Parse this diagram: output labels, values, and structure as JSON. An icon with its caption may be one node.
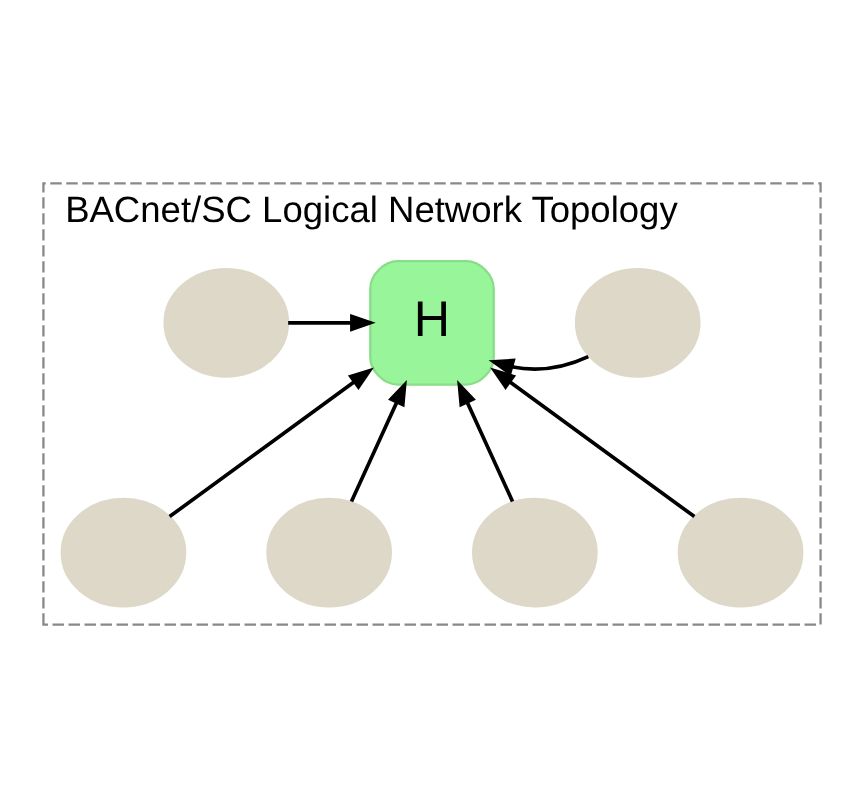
{
  "diagram": {
    "nodes": [
      {
        "text": [
          "BACnet/SC Logical Network Topology"
        ]
      },
      {
        "text": [],
        "shape": "circle",
        "in": 0
      },
      {
        "text": [
          "H"
        ],
        "in": 0
      },
      {
        "text": [],
        "shape": "circle",
        "in": 0
      },
      {
        "text": [],
        "shape": "circle",
        "in": 0
      },
      {
        "text": [],
        "shape": "circle",
        "in": 0
      },
      {
        "text": [],
        "shape": "circle",
        "in": 0
      },
      {
        "text": [],
        "shape": "circle",
        "in": 0
      }
    ],
    "edges": [
      {
        "from": 1,
        "to": 2,
        "arrow": "to"
      },
      {
        "from": 3,
        "to": 2,
        "arrow": "to"
      },
      {
        "from": 4,
        "to": 2,
        "arrow": "to"
      },
      {
        "from": 5,
        "to": 2,
        "arrow": "to"
      },
      {
        "from": 6,
        "to": 2,
        "arrow": "to"
      },
      {
        "from": 7,
        "to": 2,
        "arrow": "to"
      }
    ]
  }
}
